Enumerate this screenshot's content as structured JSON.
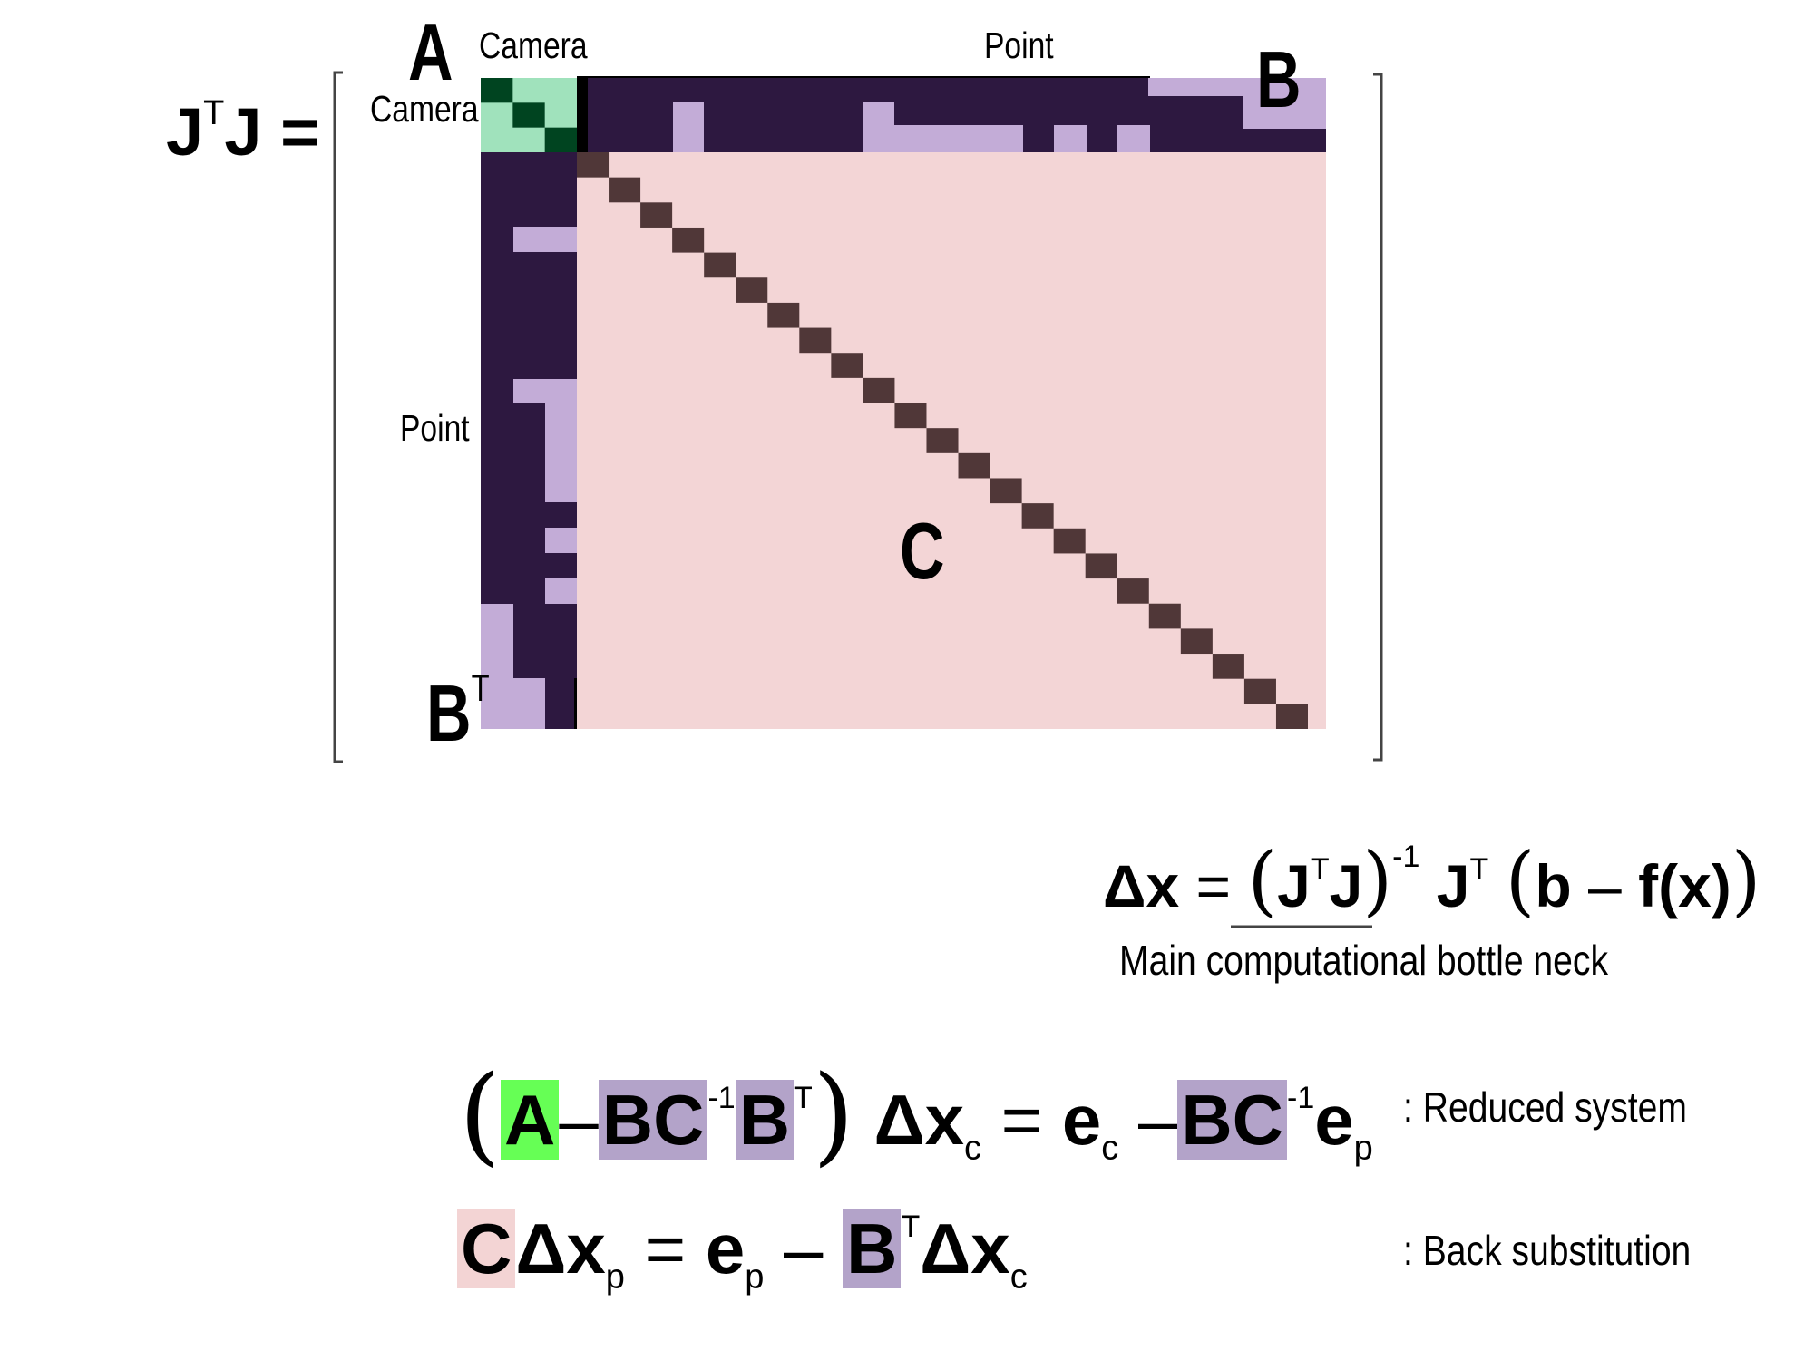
{
  "matrix": {
    "lhs_base": "J",
    "lhs_sup": "T",
    "lhs_tail": "J =",
    "col_label_camera": "Camera",
    "col_label_point": "Point",
    "row_label_camera": "Camera",
    "row_label_point": "Point",
    "block_a": "A",
    "block_b": "B",
    "block_c": "C",
    "block_bt_base": "B",
    "block_bt_sup": "T",
    "colors": {
      "camera_block": "#a0e2bc",
      "camera_diag": "#004420",
      "dense": "#2d1840",
      "sparse": "#c3acd7",
      "point_block": "#f3d5d6",
      "point_diag": "#503738",
      "bracket": "#444444"
    }
  },
  "update_eq": {
    "dx": "Δx",
    "eq": "=",
    "j1": "J",
    "sup_t1": "T",
    "j2": "J",
    "sup_inv": "-1",
    "j3": "J",
    "sup_t2": "T",
    "b": "b",
    "minus": "–",
    "fx": "f(x)",
    "caption": "Main computational bottle neck"
  },
  "reduced_eq": {
    "a": "A",
    "minus": "–",
    "bc1": "BC",
    "inv1": "-1",
    "b": "B",
    "t": "T",
    "dx": "Δx",
    "sub_c1": "c",
    "eq": "=",
    "e": "e",
    "sub_c2": "c",
    "minus2": "–",
    "bc2": "BC",
    "inv2": "-1",
    "e2": "e",
    "sub_p": "p",
    "label": ": Reduced system"
  },
  "back_eq": {
    "c": "C",
    "dx": "Δx",
    "sub_p1": "p",
    "eq": "=",
    "e": "e",
    "sub_p2": "p",
    "minus": "–",
    "b": "B",
    "t": "T",
    "dx2": "Δx",
    "sub_c": "c",
    "label": ": Back substitution"
  }
}
